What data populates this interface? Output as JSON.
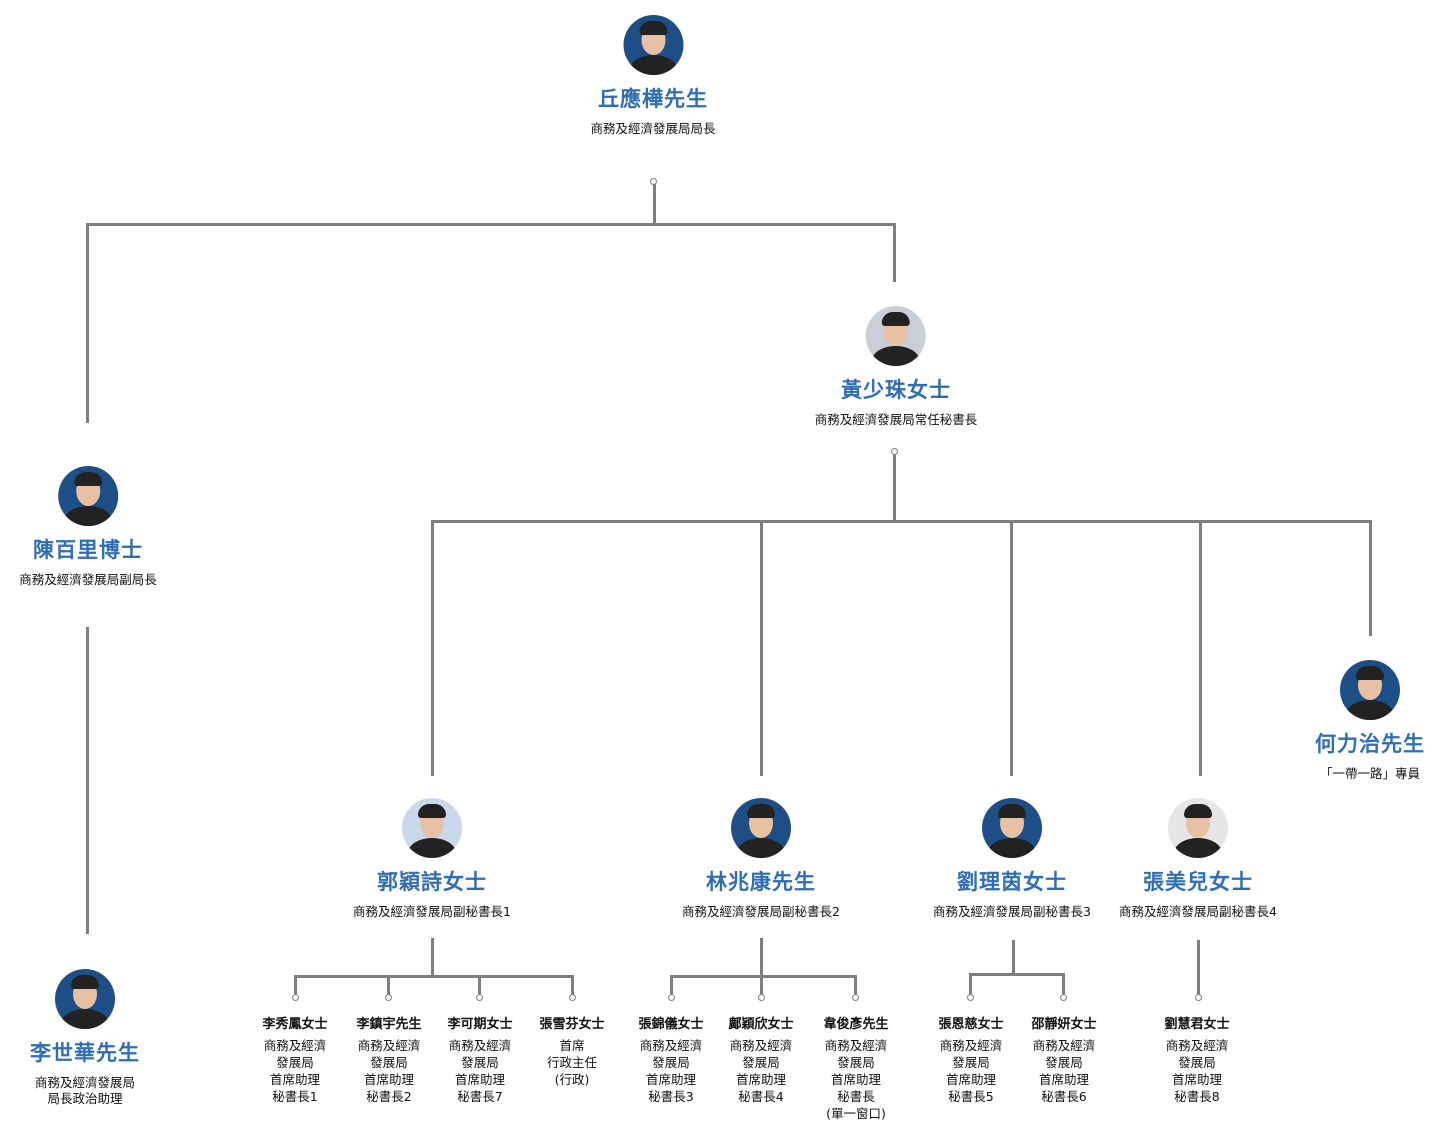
{
  "nodes": [
    {
      "id": "secretary",
      "name": "丘應樺先生",
      "title": [
        "商務及經濟發展局局長"
      ],
      "avatar_bg": "#1d4f86"
    },
    {
      "id": "perm-sec",
      "name": "黃少珠女士",
      "title": [
        "商務及經濟發展局常任秘書長"
      ],
      "avatar_bg": "#c9cfd6"
    },
    {
      "id": "under-sec",
      "name": "陳百里博士",
      "title": [
        "商務及經濟發展局副局長"
      ],
      "avatar_bg": "#1d4f86"
    },
    {
      "id": "political-asst",
      "name": "李世華先生",
      "title": [
        "商務及經濟發展局",
        "局長政治助理"
      ],
      "avatar_bg": "#1d4f86"
    },
    {
      "id": "belt-road",
      "name": "何力治先生",
      "title": [
        "「一帶一路」專員"
      ],
      "avatar_bg": "#1d4f86"
    },
    {
      "id": "dps1",
      "name": "郭穎詩女士",
      "title": [
        "商務及經濟發展局副秘書長1"
      ],
      "avatar_bg": "#c9d8ea"
    },
    {
      "id": "dps2",
      "name": "林兆康先生",
      "title": [
        "商務及經濟發展局副秘書長2"
      ],
      "avatar_bg": "#1d4f86"
    },
    {
      "id": "dps3",
      "name": "劉理茵女士",
      "title": [
        "商務及經濟發展局副秘書長3"
      ],
      "avatar_bg": "#1d4f86"
    },
    {
      "id": "dps4",
      "name": "張美兒女士",
      "title": [
        "商務及經濟發展局副秘書長4"
      ],
      "avatar_bg": "#e6e6e6"
    }
  ],
  "staff": [
    {
      "name": "李秀鳳女士",
      "title": [
        "商務及經濟",
        "發展局",
        "首席助理",
        "秘書長1"
      ]
    },
    {
      "name": "李鎮宇先生",
      "title": [
        "商務及經濟",
        "發展局",
        "首席助理",
        "秘書長2"
      ]
    },
    {
      "name": "李可期女士",
      "title": [
        "商務及經濟",
        "發展局",
        "首席助理",
        "秘書長7"
      ]
    },
    {
      "name": "張雪芬女士",
      "title": [
        "首席",
        "行政主任",
        "(行政)"
      ]
    },
    {
      "name": "張錦儀女士",
      "title": [
        "商務及經濟",
        "發展局",
        "首席助理",
        "秘書長3"
      ]
    },
    {
      "name": "鄺穎欣女士",
      "title": [
        "商務及經濟",
        "發展局",
        "首席助理",
        "秘書長4"
      ]
    },
    {
      "name": "韋俊彥先生",
      "title": [
        "商務及經濟",
        "發展局",
        "首席助理",
        "秘書長",
        "(單一窗口)"
      ]
    },
    {
      "name": "張恩慈女士",
      "title": [
        "商務及經濟",
        "發展局",
        "首席助理",
        "秘書長5"
      ]
    },
    {
      "name": "邵靜妍女士",
      "title": [
        "商務及經濟",
        "發展局",
        "首席助理",
        "秘書長6"
      ]
    },
    {
      "name": "劉慧君女士",
      "title": [
        "商務及經濟",
        "發展局",
        "首席助理",
        "秘書長8"
      ]
    }
  ],
  "colors": {
    "name": "#2f6db5",
    "connector": "#7f7f7f"
  }
}
